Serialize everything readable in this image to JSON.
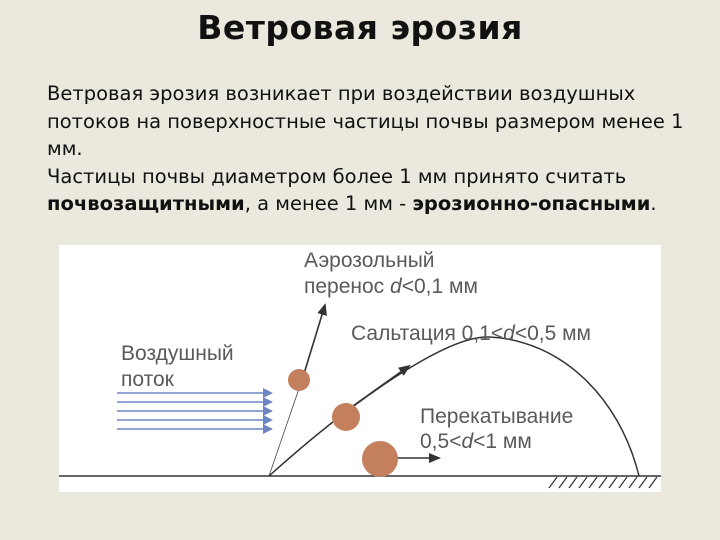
{
  "slide": {
    "title": "Ветровая эрозия",
    "para1": "Ветровая эрозия возникает при воздействии воздушных потоков на поверхностные частицы почвы размером менее 1 мм.",
    "para2_a": "Частицы почвы диаметром более 1 мм принято считать ",
    "para2_b": "почвозащитными",
    "para2_c": ", а менее 1 мм - ",
    "para2_d": "эрозионно-опасными",
    "para2_e": "."
  },
  "figure": {
    "air_flow_1": "Воздушный",
    "air_flow_2": "поток",
    "aerosol_1": "Аэрозольный",
    "aerosol_2a": "перенос ",
    "aerosol_2b": "d",
    "aerosol_2c": "<0,1 мм",
    "saltation_a": "Сальтация 0,1<",
    "saltation_b": "d",
    "saltation_c": "<0,5 мм",
    "rolling_1": "Перекатывание",
    "rolling_2a": "0,5<",
    "rolling_2b": "d",
    "rolling_2c": "<1 мм",
    "colors": {
      "arrow_blue": "#6f86c6",
      "particle": "#c4805c",
      "line": "#333333"
    }
  }
}
